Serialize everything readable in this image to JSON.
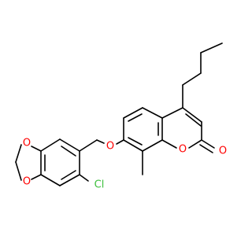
{
  "molecule": {
    "atoms": {
      "o_dioxole_top": "O",
      "o_dioxole_bottom": "O",
      "o_ether": "O",
      "o_ring": "O",
      "o_carbonyl": "O",
      "cl": "Cl"
    },
    "colors": {
      "bond": "#000000",
      "oxygen": "#ff0000",
      "chlorine": "#3cbf3c",
      "background": "#ffffff"
    }
  }
}
